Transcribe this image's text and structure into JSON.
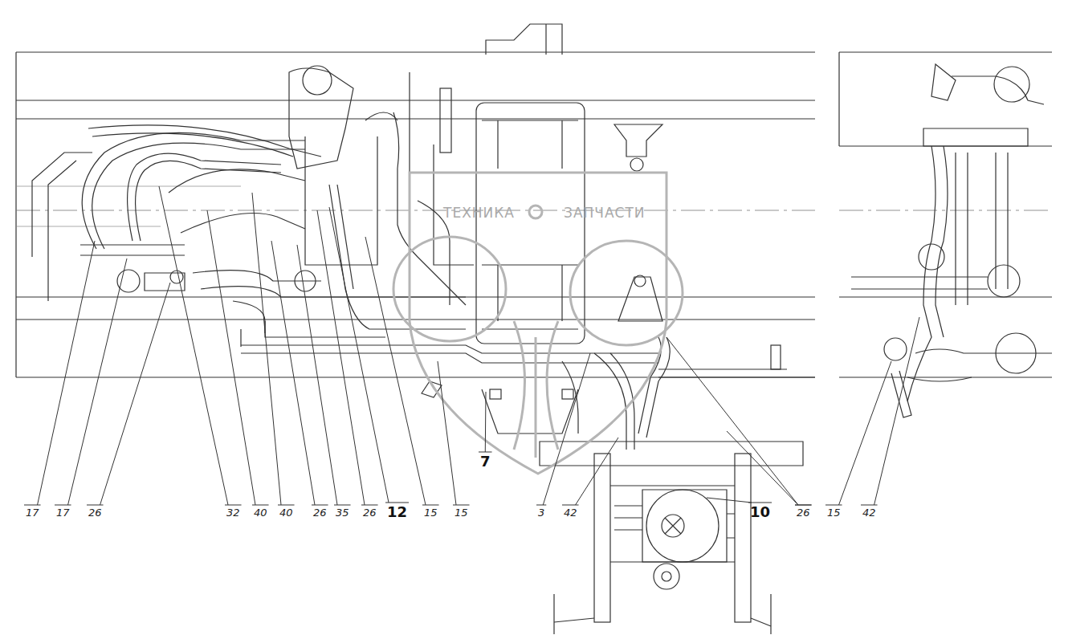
{
  "diagram": {
    "labels": [
      "17",
      "17",
      "26",
      "32",
      "40",
      "40",
      "26",
      "35",
      "26",
      "12",
      "15",
      "15",
      "7",
      "3",
      "42",
      "10",
      "26",
      "15",
      "42",
      "ТЕХНИКА",
      "ЗАПЧАСТИ"
    ]
  }
}
